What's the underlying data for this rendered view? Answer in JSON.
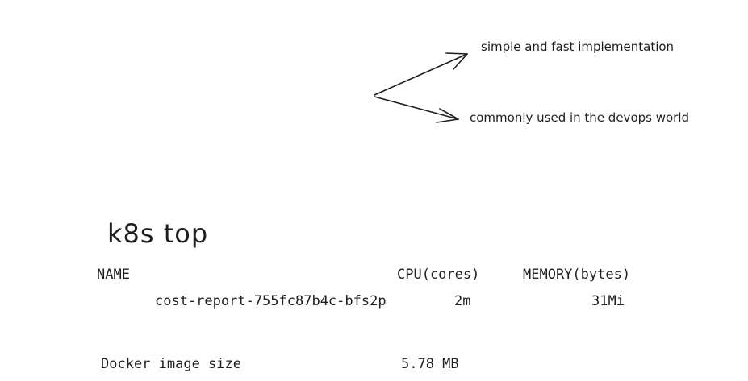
{
  "annotations": {
    "top": "simple and fast implementation",
    "bottom": "commonly used in the devops world"
  },
  "k8s": {
    "heading": "k8s top",
    "columns": [
      "NAME",
      "CPU(cores)",
      "MEMORY(bytes)"
    ],
    "row": {
      "name": "cost-report-755fc87b4c-bfs2p",
      "cpu": "2m",
      "memory": "31Mi"
    }
  },
  "docker": {
    "label": "Docker image size",
    "value": "5.78 MB"
  }
}
